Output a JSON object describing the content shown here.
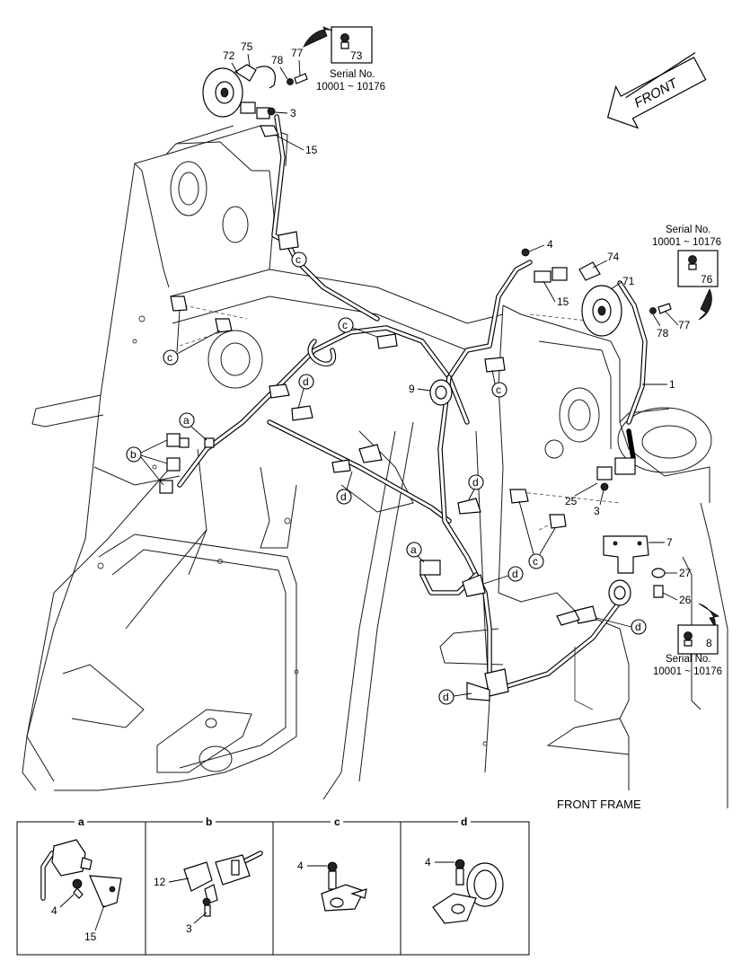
{
  "title": "FRONT FRAME",
  "front_arrow": "FRONT",
  "serial_notes": [
    {
      "line1": "Serial No.",
      "line2": "10001 ~ 10176"
    },
    {
      "line1": "Serial No.",
      "line2": "10001 ~ 10176"
    },
    {
      "line1": "Serial No.",
      "line2": "10001 ~ 10176"
    }
  ],
  "boxed_parts": [
    "73",
    "76",
    "8"
  ],
  "part_labels": [
    "72",
    "75",
    "77",
    "78",
    "3",
    "15",
    "4",
    "74",
    "71",
    "15",
    "77",
    "78",
    "1",
    "9",
    "25",
    "3",
    "7",
    "27",
    "26"
  ],
  "callouts": [
    "c",
    "c",
    "c",
    "c",
    "c",
    "d",
    "d",
    "d",
    "d",
    "d",
    "d",
    "a",
    "a",
    "b"
  ],
  "details": [
    {
      "letter": "a",
      "parts": [
        "4",
        "15"
      ]
    },
    {
      "letter": "b",
      "parts": [
        "12",
        "3"
      ]
    },
    {
      "letter": "c",
      "parts": [
        "4"
      ]
    },
    {
      "letter": "d",
      "parts": [
        "4"
      ]
    }
  ]
}
